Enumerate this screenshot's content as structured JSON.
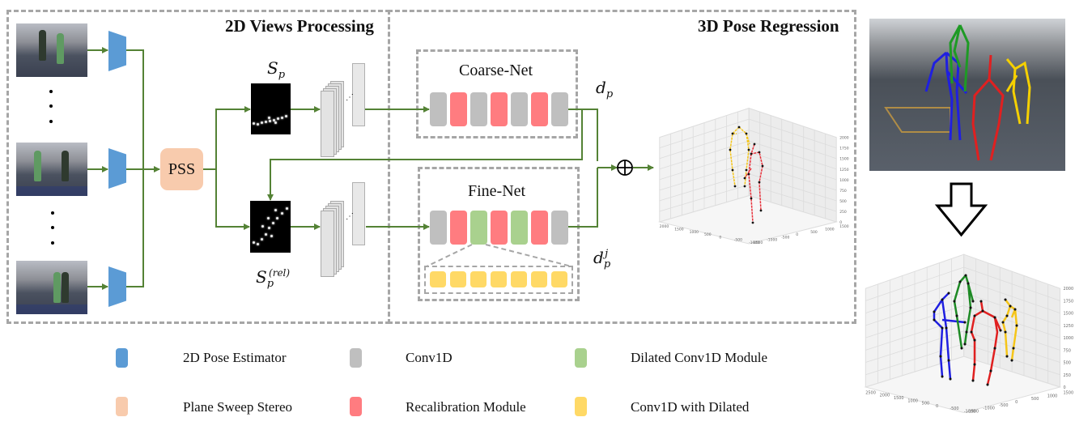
{
  "sections": {
    "views_processing": "2D Views Processing",
    "pose_regression": "3D Pose Regression"
  },
  "pipeline": {
    "pss_label": "PSS",
    "sp_symbol": "S",
    "sp_subscript": "p",
    "sp_rel_symbol": "S",
    "sp_rel_subscript": "p",
    "sp_rel_superscript": "(rel)",
    "coarse_net_label": "Coarse-Net",
    "fine_net_label": "Fine-Net",
    "dp_symbol": "d",
    "dp_subscript": "p",
    "dpj_symbol": "d",
    "dpj_subscript": "p",
    "dpj_superscript": "j",
    "sum_symbol": "⊕",
    "coarse_blocks": [
      "conv1d",
      "recalibration",
      "conv1d",
      "recalibration",
      "conv1d",
      "recalibration",
      "conv1d"
    ],
    "fine_blocks": [
      "conv1d",
      "recalibration",
      "dilated",
      "recalibration",
      "dilated",
      "recalibration",
      "conv1d"
    ],
    "dilated_expanded_blocks": 7,
    "view_ellipsis": "⋮"
  },
  "plot_small": {
    "z_ticks": [
      "0",
      "250",
      "500",
      "750",
      "1000",
      "1250",
      "1500",
      "1750",
      "2000"
    ],
    "x_ticks": [
      "2000",
      "1500",
      "1000",
      "500",
      "0",
      "-500",
      "-1000"
    ],
    "y_ticks": [
      "1500",
      "1000",
      "500",
      "0",
      "-500",
      "-1000",
      "-1500"
    ],
    "skeleton_colors": [
      "#f5c518",
      "#e8303a"
    ]
  },
  "plot_large": {
    "z_ticks": [
      "0",
      "250",
      "500",
      "750",
      "1000",
      "1250",
      "1500",
      "1750",
      "2000"
    ],
    "x_ticks": [
      "2500",
      "2000",
      "1500",
      "1000",
      "500",
      "0",
      "-500",
      "-1000"
    ],
    "y_ticks": [
      "1500",
      "1000",
      "500",
      "0",
      "-500",
      "-1000",
      "-1500"
    ],
    "skeleton_colors": [
      "#1f1fe0",
      "#1e8a25",
      "#e02020",
      "#f5c518"
    ]
  },
  "legend": [
    {
      "label": "2D Pose Estimator",
      "color": "#5b9bd5"
    },
    {
      "label": "Conv1D",
      "color": "#bfbfbf"
    },
    {
      "label": "Dilated Conv1D Module",
      "color": "#a9d18e"
    },
    {
      "label": "Plane Sweep Stereo",
      "color": "#f8cbad"
    },
    {
      "label": "Recalibration Module",
      "color": "#ff7c80"
    },
    {
      "label": "Conv1D with Dilated",
      "color": "#ffd966"
    }
  ],
  "colors": {
    "arrow": "#548235",
    "dash": "#a6a6a6"
  }
}
